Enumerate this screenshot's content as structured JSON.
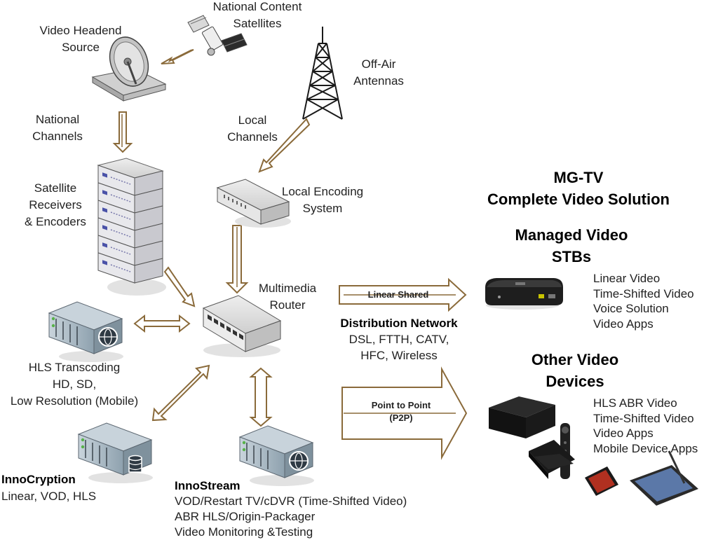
{
  "nodes": {
    "satellites": {
      "lines": [
        "National Content",
        "Satellites"
      ]
    },
    "headend": {
      "lines": [
        "Video Headend",
        "Source"
      ]
    },
    "antennas": {
      "lines": [
        "Off-Air",
        "Antennas"
      ]
    },
    "national_channels": {
      "lines": [
        "National",
        "Channels"
      ]
    },
    "local_channels": {
      "lines": [
        "Local",
        "Channels"
      ]
    },
    "sat_receivers": {
      "lines": [
        "Satellite",
        "Receivers",
        "& Encoders"
      ]
    },
    "local_encoding": {
      "lines": [
        "Local Encoding",
        "System"
      ]
    },
    "router": {
      "lines": [
        "Multimedia",
        "Router"
      ]
    },
    "hls": {
      "lines": [
        "HLS Transcoding",
        "HD, SD,",
        "Low Resolution (Mobile)"
      ]
    },
    "innocryption": {
      "title": "InnoCryption",
      "lines": [
        "Linear, VOD, HLS"
      ]
    },
    "innostream": {
      "title": "InnoStream",
      "lines": [
        "VOD/Restart TV/cDVR (Time-Shifted Video)",
        "ABR HLS/Origin-Packager",
        "Video Monitoring &Testing"
      ]
    }
  },
  "distribution": {
    "title": "Distribution Network",
    "lines": [
      "DSL, FTTH, CATV,",
      "HFC, Wireless"
    ]
  },
  "arrows": {
    "linear_shared": "Linear Shared",
    "p2p": [
      "Point to Point",
      "(P2P)"
    ]
  },
  "solution": {
    "lines": [
      "MG-TV",
      "Complete Video Solution"
    ]
  },
  "managed": {
    "title": [
      "Managed Video",
      "STBs"
    ],
    "features": [
      "Linear Video",
      "Time-Shifted Video",
      "Voice Solution",
      "Video Apps"
    ]
  },
  "other": {
    "title": [
      "Other Video",
      "Devices"
    ],
    "features": [
      "HLS ABR Video",
      "Time-Shifted Video",
      "Video Apps",
      "Mobile Device Apps"
    ]
  },
  "colors": {
    "arrow_stroke": "#8a6a3a",
    "arrow_fill": "#ffffff",
    "server_body": "#9eb0bc",
    "device_dark": "#1e1e1e"
  },
  "icons": [
    "satellite-icon",
    "satellite-dish-icon",
    "antenna-tower-icon",
    "server-rack-icon",
    "encoder-switch-icon",
    "router-icon",
    "hls-server-icon",
    "innocryption-server-icon",
    "innostream-server-icon",
    "stb-icon",
    "media-box-icon",
    "fire-tv-icon",
    "smartphone-icon",
    "tablet-icon"
  ]
}
